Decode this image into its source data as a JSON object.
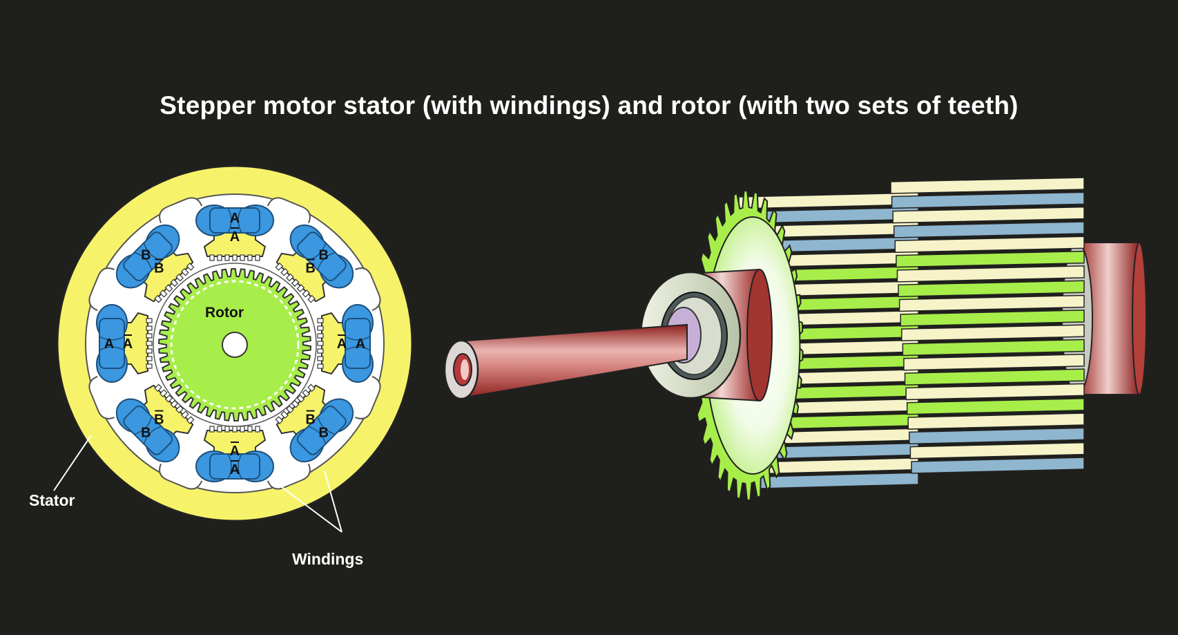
{
  "title": "Stepper motor stator (with windings) and rotor (with two sets of teeth)",
  "labels": {
    "rotor": "Rotor",
    "stator": "Stator",
    "windings": "Windings"
  },
  "pole_labels": [
    {
      "outer": "A",
      "inner": "A",
      "inner_bar": true
    },
    {
      "outer": "B",
      "inner": "B",
      "inner_bar": true
    },
    {
      "outer": "A",
      "inner": "A",
      "inner_bar": true
    },
    {
      "outer": "B",
      "inner": "B",
      "inner_bar": true
    },
    {
      "outer": "A",
      "inner": "A",
      "inner_bar": true,
      "outer_bar": true
    },
    {
      "outer": "B",
      "inner": "B",
      "inner_bar": true
    },
    {
      "outer": "A",
      "inner": "A",
      "inner_bar": true
    },
    {
      "outer": "B",
      "inner": "B",
      "inner_bar": true
    }
  ],
  "colors": {
    "background": "#1f1f1b",
    "stator_yellow": "#f6f36a",
    "stator_body": "#ffffff",
    "winding_blue": "#3a97e0",
    "rotor_green": "#a8ee4a",
    "shaft_red": "#b5332f",
    "tooth_cream": "#f7f3c9",
    "tooth_blue": "#8fb6cf"
  }
}
